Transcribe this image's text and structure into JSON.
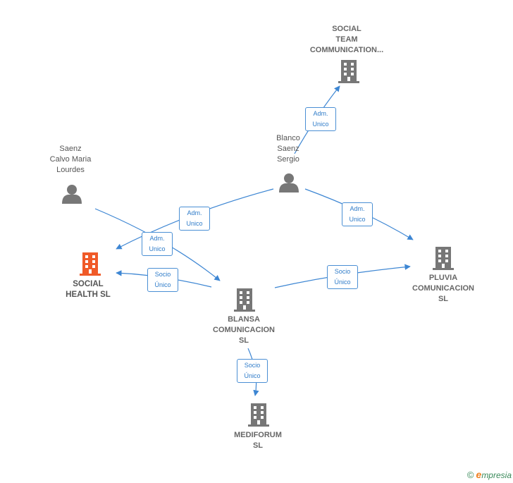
{
  "nodes": {
    "social_team": {
      "label": "SOCIAL\nTEAM\nCOMMUNICATION...",
      "kind": "company"
    },
    "blanco": {
      "label": "Blanco\nSaenz\nSergio",
      "kind": "person"
    },
    "saenz": {
      "label": "Saenz\nCalvo Maria\nLourdes",
      "kind": "person"
    },
    "social_health": {
      "label": "SOCIAL\nHEALTH  SL",
      "kind": "company",
      "highlight": true
    },
    "blansa": {
      "label": "BLANSA\nCOMUNICACION\nSL",
      "kind": "company"
    },
    "pluvia": {
      "label": "PLUVIA\nCOMUNICACION\nSL",
      "kind": "company"
    },
    "mediforum": {
      "label": "MEDIFORUM\nSL",
      "kind": "company"
    }
  },
  "edges": [
    {
      "id": "blanco-socialteam",
      "label": "Adm.\nUnico"
    },
    {
      "id": "blanco-socialhealth",
      "label": "Adm.\nUnico"
    },
    {
      "id": "blanco-pluvia",
      "label": "Adm.\nUnico"
    },
    {
      "id": "saenz-blansa",
      "label": "Adm.\nUnico"
    },
    {
      "id": "blansa-socialhealth",
      "label": "Socio\nÚnico"
    },
    {
      "id": "blansa-pluvia",
      "label": "Socio\nÚnico"
    },
    {
      "id": "blansa-mediforum",
      "label": "Socio\nÚnico"
    }
  ],
  "colors": {
    "edge": "#3d86d3",
    "company_icon": "#777777",
    "highlight_icon": "#f05a28",
    "person_icon": "#777777"
  },
  "brand": {
    "copyright": "©",
    "name_initial": "e",
    "name_rest": "mpresia"
  }
}
